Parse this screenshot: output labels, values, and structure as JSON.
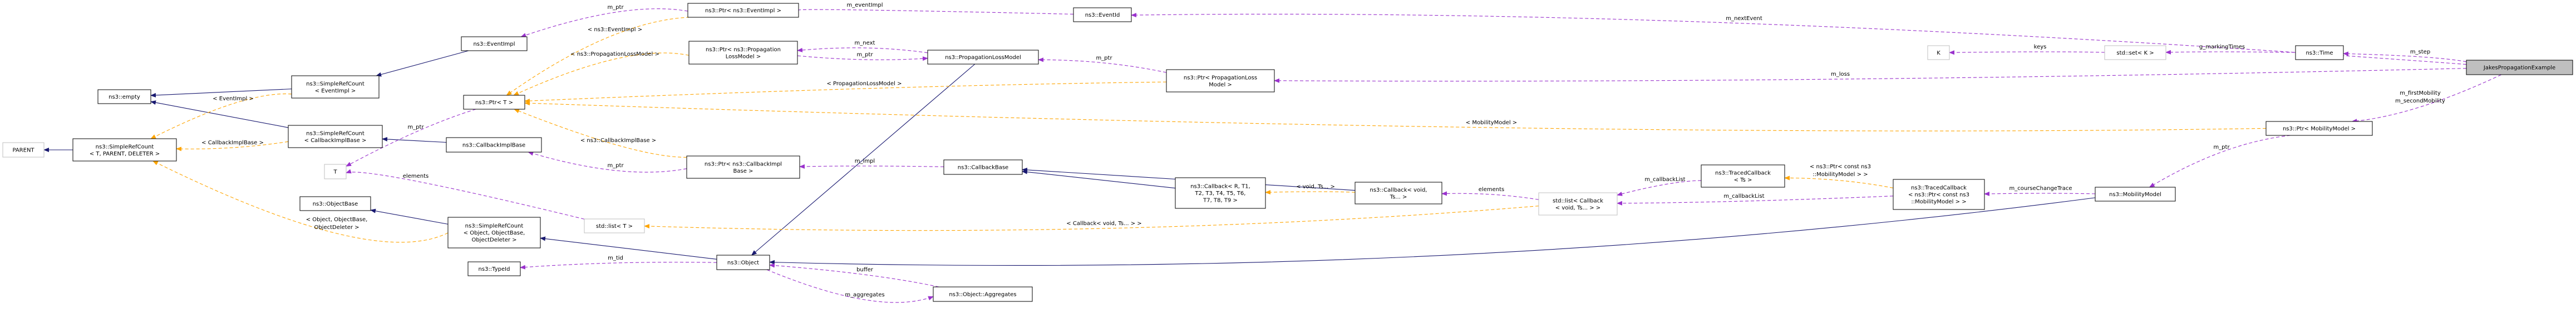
{
  "title": "JakesPropagationExample collaboration diagram",
  "colors": {
    "inheritance": "#191970",
    "template": "#ffa500",
    "member": "#9a32cd",
    "focus_fill": "#bfbfbf",
    "external_border": "#bfbfbf"
  },
  "nodes": {
    "parent": {
      "lines": [
        "PARENT"
      ]
    },
    "src_tpd": {
      "lines": [
        "ns3::SimpleRefCount",
        "< T, PARENT, DELETER >"
      ]
    },
    "empty": {
      "lines": [
        "ns3::empty"
      ]
    },
    "src_eventimpl": {
      "lines": [
        "ns3::SimpleRefCount",
        "< EventImpl >"
      ]
    },
    "src_cbib": {
      "lines": [
        "ns3::SimpleRefCount",
        "< CallbackImplBase >"
      ]
    },
    "t": {
      "lines": [
        "T"
      ]
    },
    "objectbase": {
      "lines": [
        "ns3::ObjectBase"
      ]
    },
    "eventimpl": {
      "lines": [
        "ns3::EventImpl"
      ]
    },
    "ptr_t": {
      "lines": [
        "ns3::Ptr< T >"
      ]
    },
    "cbib": {
      "lines": [
        "ns3::CallbackImplBase"
      ]
    },
    "src_object": {
      "lines": [
        "ns3::SimpleRefCount",
        "< Object, ObjectBase,",
        "ObjectDeleter >"
      ]
    },
    "typeid": {
      "lines": [
        "ns3::TypeId"
      ]
    },
    "list_t": {
      "lines": [
        "std::list< T >"
      ]
    },
    "object": {
      "lines": [
        "ns3::Object"
      ]
    },
    "ptr_eventimpl": {
      "lines": [
        "ns3::Ptr< ns3::EventImpl >"
      ]
    },
    "ptr_ns3plm": {
      "lines": [
        "ns3::Ptr< ns3::Propagation",
        "LossModel >"
      ]
    },
    "ptr_cbib": {
      "lines": [
        "ns3::Ptr< ns3::CallbackImpl",
        "Base >"
      ]
    },
    "eventid": {
      "lines": [
        "ns3::EventId"
      ]
    },
    "plm": {
      "lines": [
        "ns3::PropagationLossModel"
      ]
    },
    "callbackbase": {
      "lines": [
        "ns3::CallbackBase"
      ]
    },
    "aggregates": {
      "lines": [
        "ns3::Object::Aggregates"
      ]
    },
    "ptr_plm": {
      "lines": [
        "ns3::Ptr< PropagationLoss",
        "Model >"
      ]
    },
    "callback_r": {
      "lines": [
        "ns3::Callback< R, T1,",
        "T2, T3, T4, T5, T6,",
        "T7, T8, T9 >"
      ]
    },
    "callback_void": {
      "lines": [
        "ns3::Callback< void,",
        "Ts... >"
      ]
    },
    "list_cb": {
      "lines": [
        "std::list< Callback",
        "< void, Ts... > >"
      ]
    },
    "traced_ts": {
      "lines": [
        "ns3::TracedCallback",
        "< Ts >"
      ]
    },
    "traced_ptr": {
      "lines": [
        "ns3::TracedCallback",
        "< ns3::Ptr< const ns3",
        "::MobilityModel > >"
      ]
    },
    "k": {
      "lines": [
        "K"
      ]
    },
    "set_k": {
      "lines": [
        "std::set< K >"
      ]
    },
    "time": {
      "lines": [
        "ns3::Time"
      ]
    },
    "jakes": {
      "lines": [
        "JakesPropagationExample"
      ]
    },
    "ptr_mm": {
      "lines": [
        "ns3::Ptr< MobilityModel >"
      ]
    },
    "mm": {
      "lines": [
        "ns3::MobilityModel"
      ]
    }
  },
  "edge_labels": {
    "ev_impl_t": [
      "< EventImpl >"
    ],
    "cbib_t": [
      "< CallbackImplBase >"
    ],
    "obj_t": [
      "< Object, ObjectBase,",
      "ObjectDeleter >"
    ],
    "ptr_ev_t": [
      "< ns3::EventImpl >"
    ],
    "ptr_ns3plm_t": [
      "< ns3::PropagationLossModel >"
    ],
    "ptr_plm_t": [
      "< PropagationLossModel >"
    ],
    "ptr_mm_t": [
      "< MobilityModel >"
    ],
    "ptr_cbib_t": [
      "< ns3::CallbackImplBase >"
    ],
    "list_cb_t": [
      "< Callback< void, Ts... > >"
    ],
    "void_ts": [
      "< void, Ts... >"
    ],
    "traced_t": [
      "< ns3::Ptr< const ns3",
      "::MobilityModel > >"
    ],
    "ptr_t_mptr": [
      "m_ptr"
    ],
    "list_t_elements": [
      "elements"
    ],
    "ptr_ev_mptr": [
      "m_ptr"
    ],
    "m_eventImpl": [
      "m_eventImpl"
    ],
    "m_nextEvent": [
      "m_nextEvent"
    ],
    "m_next": [
      "m_next"
    ],
    "ptr_ns3plm_mptr": [
      "m_ptr"
    ],
    "ptr_plm_mptr": [
      "m_ptr"
    ],
    "m_loss": [
      "m_loss"
    ],
    "ptr_cbib_mptr": [
      "m_ptr"
    ],
    "m_impl": [
      "m_impl"
    ],
    "m_tid": [
      "m_tid"
    ],
    "buffer": [
      "buffer"
    ],
    "m_aggregates": [
      "m_aggregates"
    ],
    "list_cb_elements": [
      "elements"
    ],
    "m_callbackList_1": [
      "m_callbackList"
    ],
    "m_callbackList_2": [
      "m_callbackList"
    ],
    "m_courseChangeTrace": [
      "m_courseChangeTrace"
    ],
    "ptr_mm_mptr": [
      "m_ptr"
    ],
    "mobility": [
      "m_firstMobility",
      "m_secondMobility"
    ],
    "keys": [
      "keys"
    ],
    "g_markingTimes": [
      "g_markingTimes"
    ],
    "m_step": [
      "m_step"
    ]
  }
}
